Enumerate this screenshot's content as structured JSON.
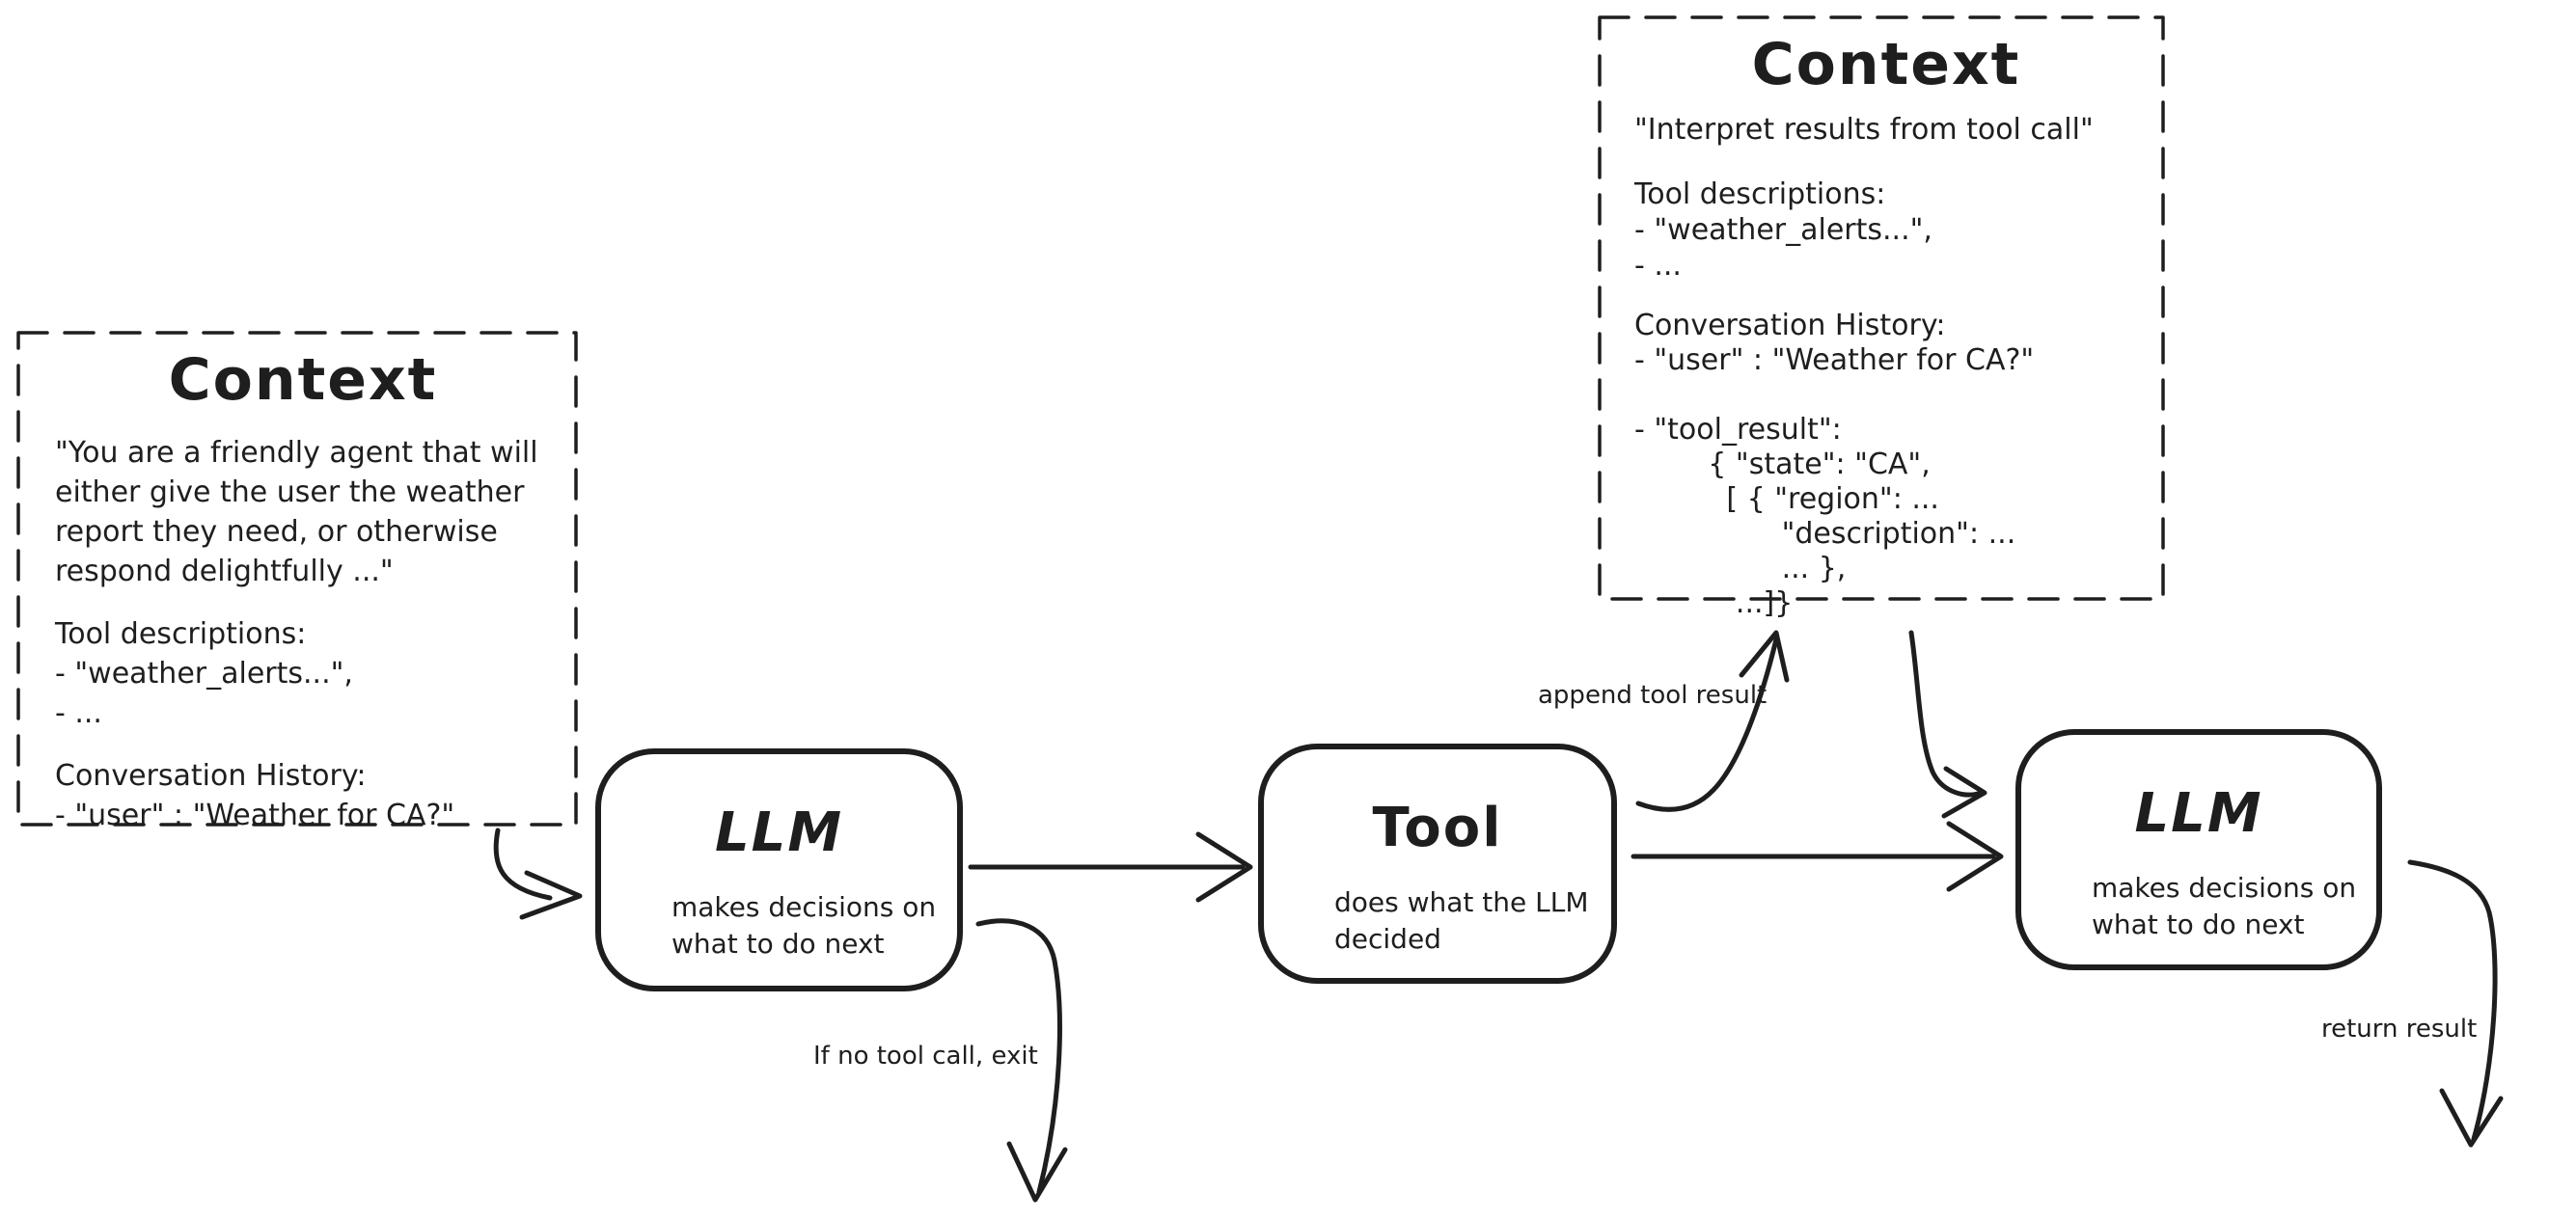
{
  "context_left": {
    "title": "Context",
    "system_prompt": "\"You are a friendly agent that will\neither give the user the weather\nreport they need, or otherwise\nrespond delightfully ...\"",
    "tool_descriptions": "Tool descriptions:\n- \"weather_alerts...\",\n- ...",
    "conversation_history": "Conversation History:\n- \"user\" : \"Weather for CA?\""
  },
  "context_right": {
    "title": "Context",
    "system_prompt": "\"Interpret results from tool call\"",
    "tool_descriptions": "Tool descriptions:\n- \"weather_alerts...\",\n- ...",
    "conversation_history": "Conversation History:\n- \"user\" : \"Weather for CA?\"\n\n- \"tool_result\":\n        { \"state\": \"CA\",\n          [ { \"region\": ...\n                \"description\": ...\n                ... },\n           ...]}"
  },
  "nodes": [
    {
      "id": "llm-1",
      "title": "LLM",
      "subtitle": "makes decisions on\nwhat to do next"
    },
    {
      "id": "tool",
      "title": "Tool",
      "subtitle": "does what the LLM\ndecided"
    },
    {
      "id": "llm-2",
      "title": "LLM",
      "subtitle": "makes decisions on\nwhat to do next"
    }
  ],
  "edge_labels": {
    "append_tool_result": "append tool result",
    "no_tool_call_exit": "If no tool call, exit",
    "return_result": "return result"
  },
  "colors": {
    "ink": "#1e1e1e",
    "background": "#ffffff"
  }
}
